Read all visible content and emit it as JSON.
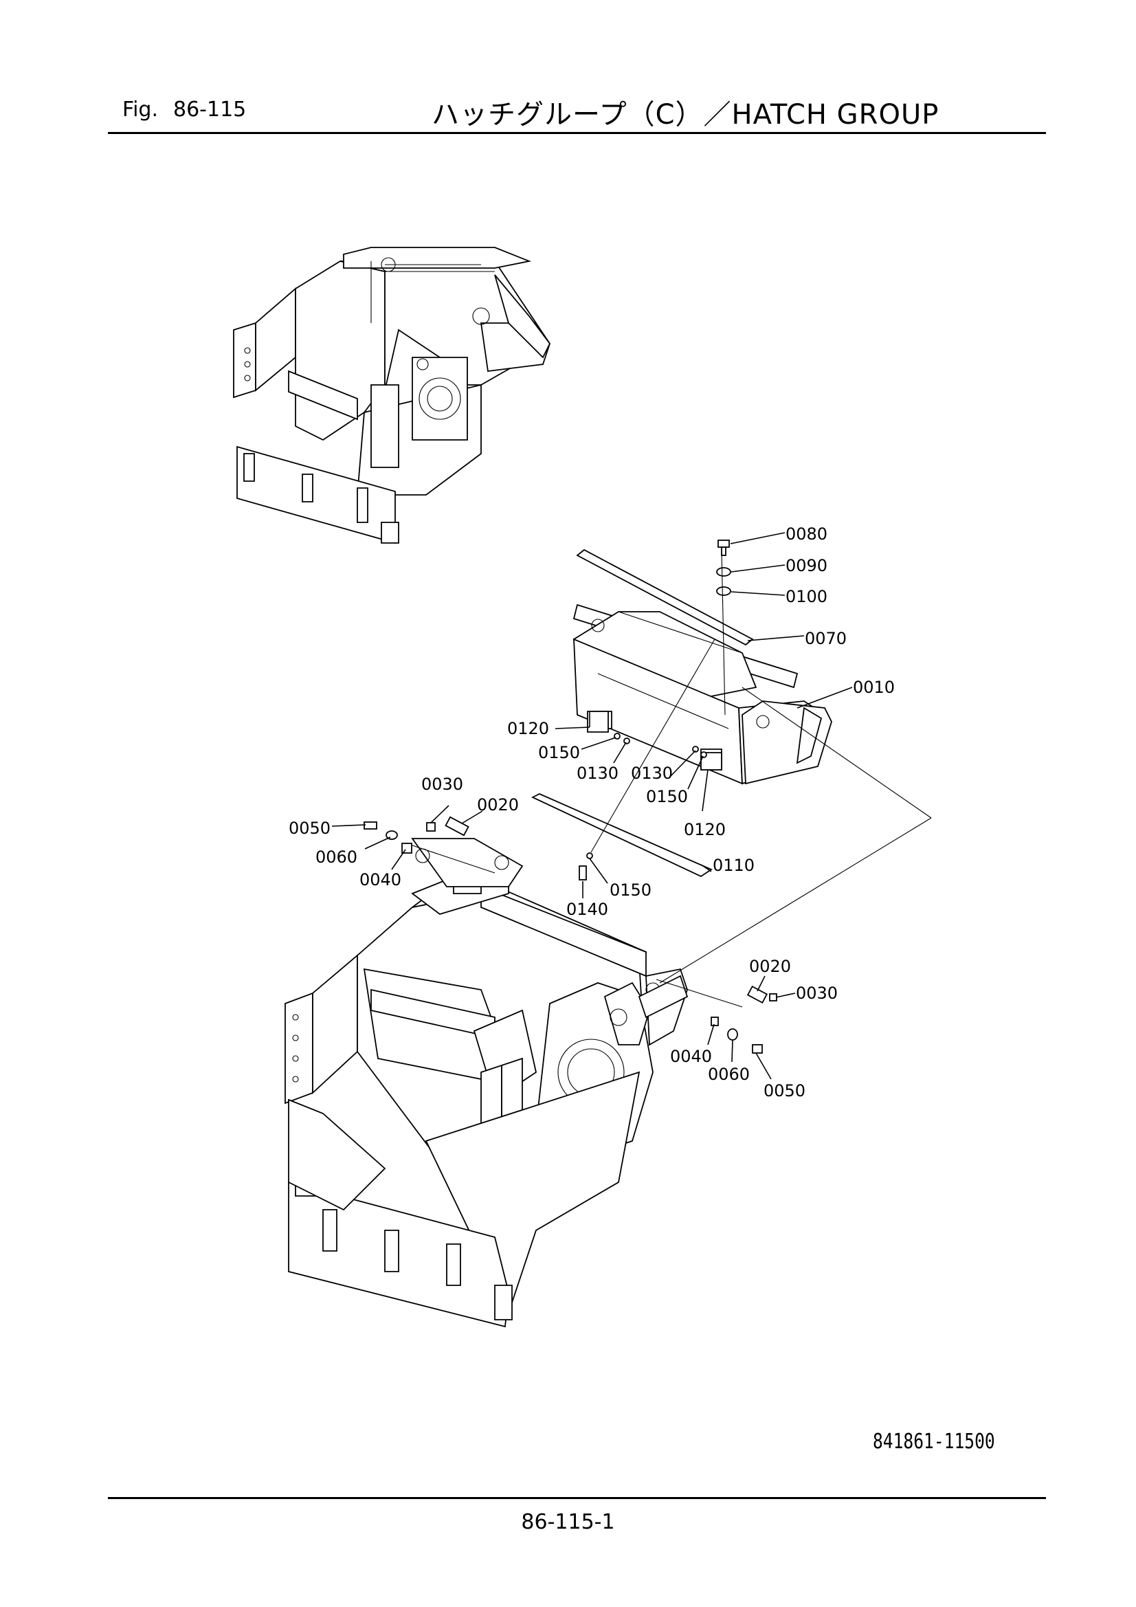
{
  "header": {
    "fig_label": "Fig.",
    "fig_number": "86-115",
    "title": "ハッチグループ（C）／HATCH GROUP"
  },
  "document_number": "841861-11500",
  "page_number": "86-115-1",
  "callouts": [
    {
      "id": "c0080",
      "label": "0080"
    },
    {
      "id": "c0090",
      "label": "0090"
    },
    {
      "id": "c0100",
      "label": "0100"
    },
    {
      "id": "c0070",
      "label": "0070"
    },
    {
      "id": "c0010",
      "label": "0010"
    },
    {
      "id": "c0120a",
      "label": "0120"
    },
    {
      "id": "c0150a",
      "label": "0150"
    },
    {
      "id": "c0130a",
      "label": "0130"
    },
    {
      "id": "c0130b",
      "label": "0130"
    },
    {
      "id": "c0150b",
      "label": "0150"
    },
    {
      "id": "c0120b",
      "label": "0120"
    },
    {
      "id": "c0030a",
      "label": "0030"
    },
    {
      "id": "c0020a",
      "label": "0020"
    },
    {
      "id": "c0050a",
      "label": "0050"
    },
    {
      "id": "c0060a",
      "label": "0060"
    },
    {
      "id": "c0040a",
      "label": "0040"
    },
    {
      "id": "c0110",
      "label": "0110"
    },
    {
      "id": "c0150c",
      "label": "0150"
    },
    {
      "id": "c0140",
      "label": "0140"
    },
    {
      "id": "c0020b",
      "label": "0020"
    },
    {
      "id": "c0030b",
      "label": "0030"
    },
    {
      "id": "c0040b",
      "label": "0040"
    },
    {
      "id": "c0060b",
      "label": "0060"
    },
    {
      "id": "c0050b",
      "label": "0050"
    }
  ]
}
